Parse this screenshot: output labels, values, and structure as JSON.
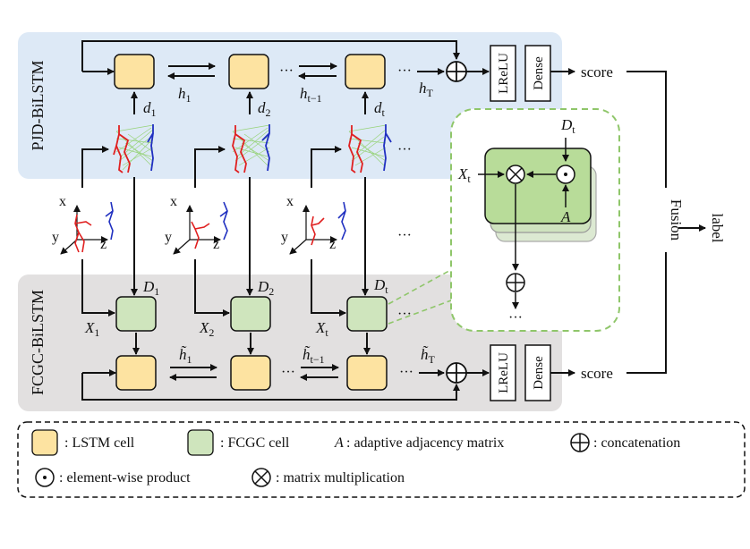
{
  "panels": {
    "top_title": "PJD-BiLSTM",
    "bottom_title": "FCGC-BiLSTM"
  },
  "top_stream": {
    "hidden": [
      {
        "main": "h",
        "sub": "1"
      },
      {
        "main": "h",
        "sub": "t−1"
      },
      {
        "main": "h",
        "sub": "T"
      }
    ],
    "distances": [
      {
        "main": "d",
        "sub": "1"
      },
      {
        "main": "d",
        "sub": "2"
      },
      {
        "main": "d",
        "sub": "t"
      }
    ],
    "lrelu": "LReLU",
    "dense": "Dense",
    "score": "score"
  },
  "bottom_stream": {
    "matrices": [
      {
        "main": "D",
        "sub": "1"
      },
      {
        "main": "D",
        "sub": "2"
      },
      {
        "main": "D",
        "sub": "t"
      }
    ],
    "inputs": [
      {
        "main": "X",
        "sub": "1"
      },
      {
        "main": "X",
        "sub": "2"
      },
      {
        "main": "X",
        "sub": "t"
      }
    ],
    "hidden": [
      {
        "main": "h̃",
        "sub": "1"
      },
      {
        "main": "h̃",
        "sub": "t−1"
      },
      {
        "main": "h̃",
        "sub": "T"
      }
    ],
    "lrelu": "LReLU",
    "dense": "Dense",
    "score": "score"
  },
  "axes_labels": {
    "x": "x",
    "y": "y",
    "z": "z"
  },
  "ellipsis": "···",
  "detail_box": {
    "D": {
      "main": "D",
      "sub": "t"
    },
    "X": {
      "main": "X",
      "sub": "t"
    },
    "A": "A"
  },
  "fusion": "Fusion",
  "label": "label",
  "legend": {
    "lstm": ": LSTM cell",
    "fcgc": ": FCGC cell",
    "adj_symbol": "A",
    "adj": ": adaptive adjacency matrix",
    "concat": ": concatenation",
    "elementwise": ": element-wise product",
    "matmul": ": matrix multiplication"
  },
  "colors": {
    "top_panel": "#dde9f6",
    "bottom_panel": "#e2e0e0",
    "lstm_fill": "#fde3a1",
    "fcgc_fill": "#cfe5bd",
    "detail_border": "#8fc66a",
    "skeleton_red": "#e02020",
    "skeleton_blue": "#1f2fc0",
    "edge_green": "#8fd06b"
  }
}
